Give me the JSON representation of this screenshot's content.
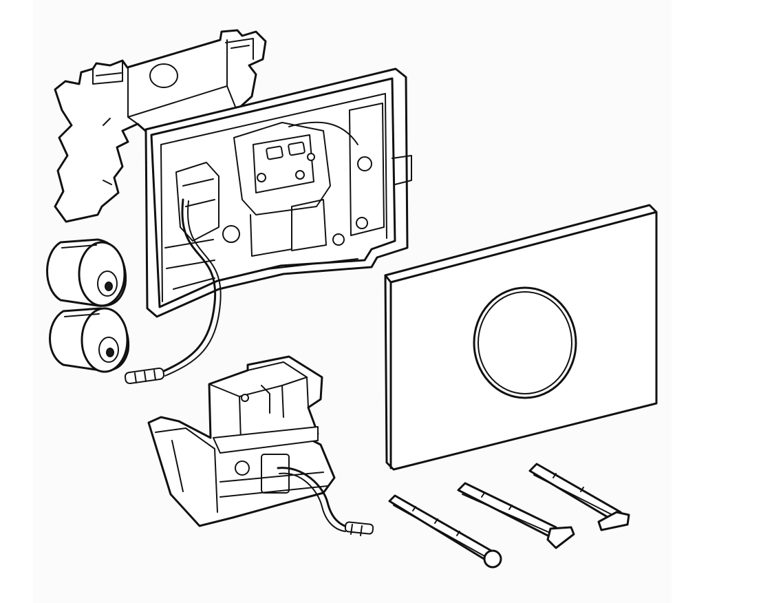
{
  "figure": {
    "style": "black line-art exploded view",
    "background_color": "#ffffff",
    "panel_color": "#fbfbfb",
    "stroke_color": "#111111"
  },
  "components": [
    {
      "id": "protective-cover",
      "name": "protective-cover-frame"
    },
    {
      "id": "mounting-frame",
      "name": "flush-plate-mounting-frame"
    },
    {
      "id": "battery-1",
      "name": "battery-cylinder"
    },
    {
      "id": "battery-2",
      "name": "battery-cylinder"
    },
    {
      "id": "cable-1",
      "name": "connection-cable"
    },
    {
      "id": "actuation-plate",
      "name": "touchless-actuation-plate"
    },
    {
      "id": "sensor-ring",
      "name": "sensor-ring-icon"
    },
    {
      "id": "control-module",
      "name": "control-module-bracket"
    },
    {
      "id": "cable-2",
      "name": "module-connection-cable"
    },
    {
      "id": "rod-1",
      "name": "actuation-rod"
    },
    {
      "id": "rod-2",
      "name": "actuation-rod"
    },
    {
      "id": "rod-3",
      "name": "actuation-rod"
    }
  ]
}
